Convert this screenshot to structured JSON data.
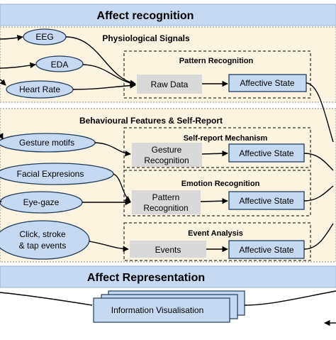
{
  "title": "Affect recognition",
  "physio": {
    "heading": "Physiological Signals",
    "signals": [
      "EEG",
      "EDA",
      "Heart Rate"
    ],
    "pattern_title": "Pattern Recognition",
    "raw": "Raw Data",
    "state": "Affective State"
  },
  "behaviour": {
    "heading": "Behavioural Features & Self-Report",
    "inputs": [
      "Gesture motifs",
      "Facial Expresions",
      "Eye-gaze",
      "Click, stroke",
      "& tap events"
    ],
    "self_report": {
      "title": "Self-report Mechanism",
      "box_line1": "Gesture",
      "box_line2": "Recognition",
      "state": "Affective State"
    },
    "emotion": {
      "title": "Emotion Recognition",
      "box_line1": "Pattern",
      "box_line2": "Recognition",
      "state": "Affective State"
    },
    "event": {
      "title": "Event Analysis",
      "box": "Events",
      "state": "Affective State"
    }
  },
  "representation": {
    "title": "Affect Representation",
    "info": "Information Visualisation"
  },
  "colors": {
    "band": "#c6d9f1",
    "section": "#fdf3e1",
    "process": "#d9d9d9",
    "outline": "#1f3d5a"
  }
}
